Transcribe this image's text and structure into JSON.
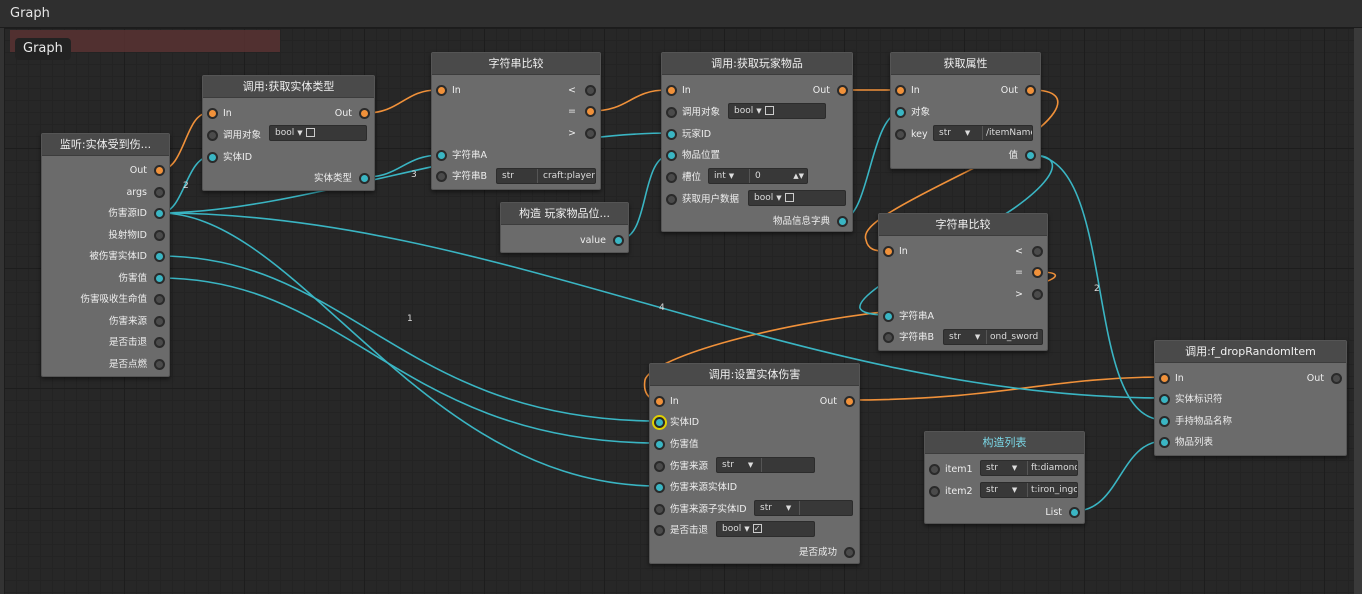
{
  "window": {
    "title": "Graph",
    "graph_tag": "Graph"
  },
  "nodes": {
    "listen": {
      "title": "监听:实体受到伤...",
      "out": "Out",
      "outputs": [
        "args",
        "伤害源ID",
        "投射物ID",
        "被伤害实体ID",
        "伤害值",
        "伤害吸收生命值",
        "伤害来源",
        "是否击退",
        "是否点燃"
      ]
    },
    "entitytype": {
      "title": "调用:获取实体类型",
      "in": "In",
      "out": "Out",
      "target": "调用对象",
      "target_type": "bool",
      "entity": "实体ID",
      "result": "实体类型"
    },
    "strcmp1": {
      "title": "字符串比较",
      "in": "In",
      "lt": "<",
      "eq": "=",
      "gt": ">",
      "a": "字符串A",
      "b": "字符串B",
      "b_type": "str",
      "b_value": "craft:player"
    },
    "buildpos": {
      "title": "构造 玩家物品位...",
      "value": "value"
    },
    "getitem": {
      "title": "调用:获取玩家物品",
      "in": "In",
      "out": "Out",
      "target": "调用对象",
      "target_type": "bool",
      "player": "玩家ID",
      "pos": "物品位置",
      "slot": "槽位",
      "slot_type": "int",
      "slot_value": "0",
      "userdata": "获取用户数据",
      "userdata_type": "bool",
      "result": "物品信息字典"
    },
    "getattr": {
      "title": "获取属性",
      "in": "In",
      "out": "Out",
      "obj": "对象",
      "key": "key",
      "key_type": "str",
      "key_value": "/itemName",
      "value": "值"
    },
    "strcmp2": {
      "title": "字符串比较",
      "in": "In",
      "lt": "<",
      "eq": "=",
      "gt": ">",
      "a": "字符串A",
      "b": "字符串B",
      "b_type": "str",
      "b_value": "ond_sword"
    },
    "setdmg": {
      "title": "调用:设置实体伤害",
      "in": "In",
      "out": "Out",
      "entity": "实体ID",
      "dmg": "伤害值",
      "src": "伤害来源",
      "src_type": "str",
      "srcid": "伤害来源实体ID",
      "child": "伤害来源子实体ID",
      "child_type": "str",
      "knock": "是否击退",
      "knock_type": "bool",
      "success": "是否成功"
    },
    "buildlist": {
      "title": "构造列表",
      "item1": "item1",
      "item1_type": "str",
      "item1_value": "ft:diamond",
      "item2": "item2",
      "item2_type": "str",
      "item2_value": "t:iron_ingot",
      "list": "List"
    },
    "drop": {
      "title": "调用:f_dropRandomItem",
      "in": "In",
      "out": "Out",
      "entity": "实体标识符",
      "hand": "手持物品名称",
      "list": "物品列表"
    }
  },
  "wire_labels": [
    "2",
    "3",
    "1",
    "4",
    "1",
    "2"
  ],
  "colors": {
    "exec": "#f0913a",
    "data": "#3ab5c3"
  }
}
